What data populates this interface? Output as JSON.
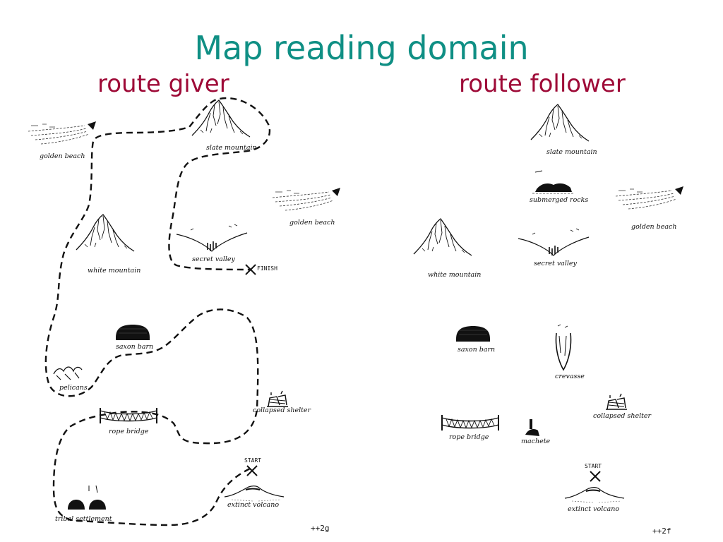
{
  "title": "Map reading domain",
  "subtitles": {
    "left": "route giver",
    "right": "route follower"
  },
  "colors": {
    "title": "#0f8f84",
    "subtitle": "#9e0a37",
    "ink": "#111111"
  },
  "giver_map": {
    "labels": {
      "golden_beach_top": "golden beach",
      "slate_mountain": "slate mountain",
      "golden_beach_right": "golden beach",
      "secret_valley": "secret valley",
      "finish": "FINISH",
      "white_mountain": "white mountain",
      "saxon_barn": "saxon barn",
      "pelicans": "pelicans",
      "collapsed_shelter": "collapsed shelter",
      "rope_bridge": "rope bridge",
      "start": "START",
      "extinct_volcano": "extinct volcano",
      "tribal_settlement": "tribal settlement",
      "code": "++2g"
    }
  },
  "follower_map": {
    "labels": {
      "slate_mountain": "slate mountain",
      "submerged_rocks": "submerged rocks",
      "golden_beach": "golden beach",
      "white_mountain": "white mountain",
      "secret_valley": "secret valley",
      "saxon_barn": "saxon barn",
      "crevasse": "crevasse",
      "collapsed_shelter": "collapsed shelter",
      "rope_bridge": "rope bridge",
      "machete": "machete",
      "start": "START",
      "extinct_volcano": "extinct volcano",
      "code": "++2f"
    }
  }
}
